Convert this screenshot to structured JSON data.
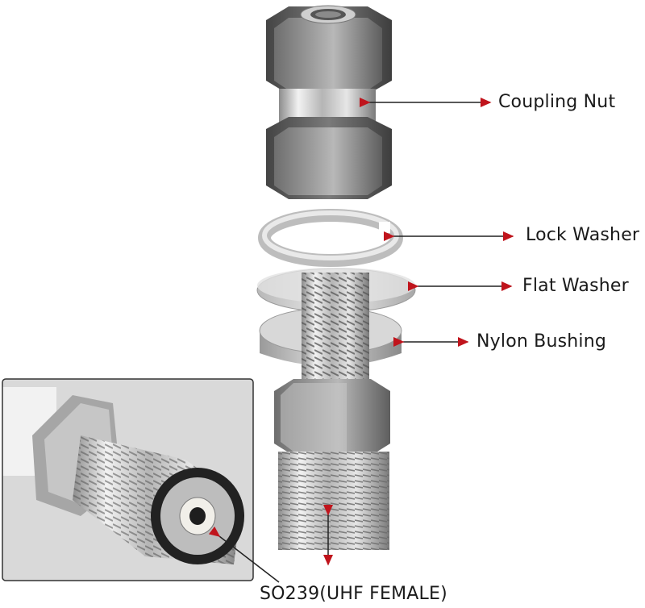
{
  "labels": {
    "coupling_nut": "Coupling Nut",
    "lock_washer": "Lock Washer",
    "flat_washer": "Flat Washer",
    "nylon_bushing": "Nylon Bushing",
    "connector": "SO239(UHF FEMALE)"
  },
  "colors": {
    "arrow": "#c0141c",
    "arrow_line": "#222222",
    "inset_border": "#333333"
  }
}
